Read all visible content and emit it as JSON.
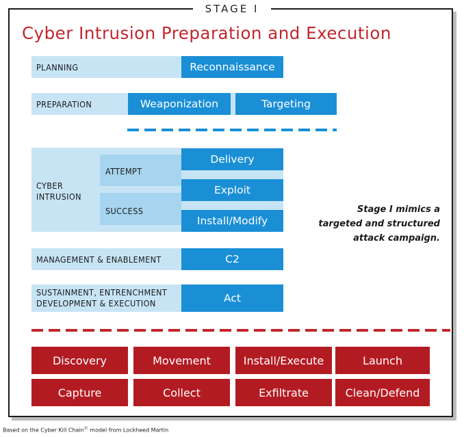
{
  "stage_label": "STAGE I",
  "title": "Cyber Intrusion Preparation and Execution",
  "rows": {
    "planning": {
      "label": "PLANNING",
      "steps": [
        "Reconnaissance"
      ]
    },
    "preparation": {
      "label": "PREPARATION",
      "steps": [
        "Weaponization",
        "Targeting"
      ]
    },
    "cyber_intrusion": {
      "label_line1": "CYBER",
      "label_line2": "INTRUSION",
      "attempt_label": "ATTEMPT",
      "success_label": "SUCCESS",
      "steps": [
        "Delivery",
        "Exploit",
        "Install/Modify"
      ]
    },
    "management": {
      "label": "MANAGEMENT & ENABLEMENT",
      "steps": [
        "C2"
      ]
    },
    "sustainment": {
      "label_line1": "SUSTAINMENT, ENTRENCHMENT",
      "label_line2": "DEVELOPMENT & EXECUTION",
      "steps": [
        "Act"
      ]
    }
  },
  "note": {
    "line1": "Stage I mimics a",
    "line2": "targeted and structured",
    "line3": "attack campaign."
  },
  "actions": [
    "Discovery",
    "Movement",
    "Install/Execute",
    "Launch",
    "Capture",
    "Collect",
    "Exfiltrate",
    "Clean/Defend"
  ],
  "footer": {
    "prefix": "Based on the Cyber Kill Chain",
    "mark": "©",
    "suffix": " model from Lockheed Martin"
  },
  "colors": {
    "title_red": "#c0272d",
    "step_blue": "#1a8fd6",
    "band_light_blue": "#c7e4f5",
    "action_red": "#b31b22"
  }
}
